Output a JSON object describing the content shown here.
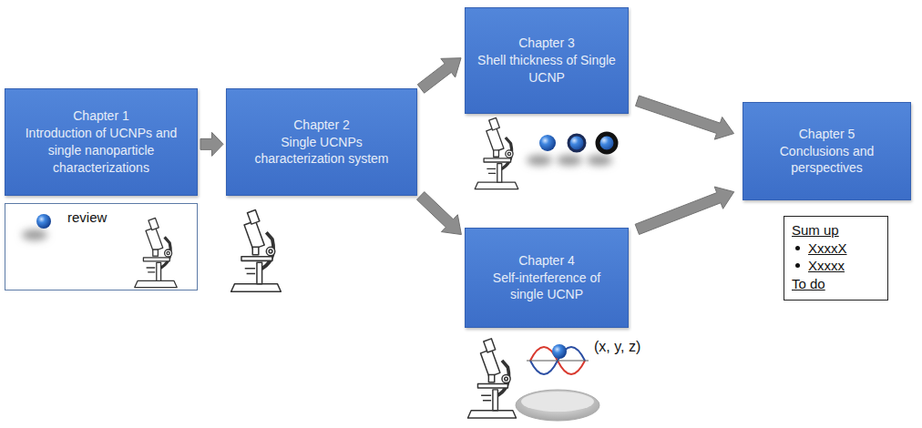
{
  "diagram": {
    "nodes": [
      {
        "text": [
          "Chapter 1",
          "Introduction of UCNPs and single nanoparticle characterizations"
        ]
      },
      {
        "text": [
          "review"
        ]
      },
      {
        "text": [
          "Chapter 2",
          "Single UCNPs characterization system"
        ]
      },
      {
        "text": [
          "Chapter 3",
          "Shell thickness of Single UCNP"
        ]
      },
      {
        "text": [
          "Chapter 4",
          "Self-interference of single UCNP"
        ]
      },
      {
        "text": [
          "Chapter 5",
          "Conclusions and perspectives"
        ]
      },
      {
        "text": [
          "Sum up",
          "XxxxX",
          "Xxxxx",
          "To do"
        ]
      }
    ],
    "edges": [
      {
        "from": 0,
        "to": 2,
        "arrow": "to"
      },
      {
        "from": 2,
        "to": 3,
        "arrow": "to"
      },
      {
        "from": 2,
        "to": 4,
        "arrow": "to"
      },
      {
        "from": 3,
        "to": 5,
        "arrow": "to"
      },
      {
        "from": 4,
        "to": 5,
        "arrow": "to"
      }
    ],
    "labels": [
      "(x, y, z)"
    ]
  }
}
